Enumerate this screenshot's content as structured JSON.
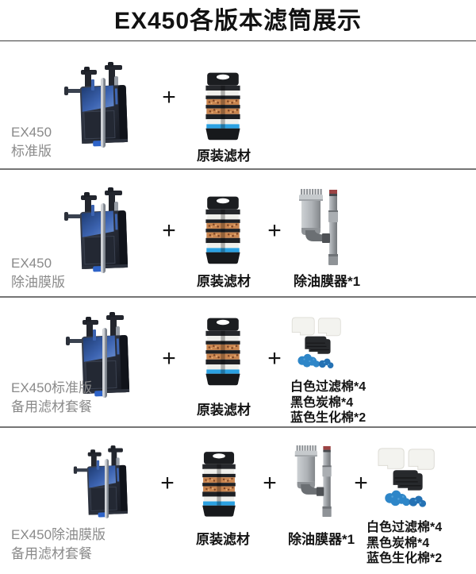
{
  "title": "EX450各版本滤筒展示",
  "plus_sign": "+",
  "colors": {
    "filter_accent_blue": "#3c63b0",
    "cartridge_stripe_blue": "#2ba1e2",
    "media_orange": "#c9854f",
    "foam_blue": "#2e86c8",
    "label_gray": "#8a8a8a",
    "text_black": "#141414"
  },
  "rows": [
    {
      "version_line1": "EX450",
      "version_line2": "标准版",
      "cartridge_label": "原装滤材"
    },
    {
      "version_line1": "EX450",
      "version_line2": "除油膜版",
      "cartridge_label": "原装滤材",
      "skimmer_label": "除油膜器*1"
    },
    {
      "version_line1": "EX450标准版",
      "version_line2": "备用滤材套餐",
      "cartridge_label": "原装滤材",
      "pads_labels": [
        "白色过滤棉*4",
        "黑色炭棉*4",
        "蓝色生化棉*2"
      ]
    },
    {
      "version_line1": "EX450除油膜版",
      "version_line2": "备用滤材套餐",
      "cartridge_label": "原装滤材",
      "skimmer_label": "除油膜器*1",
      "pads_labels": [
        "白色过滤棉*4",
        "黑色炭棉*4",
        "蓝色生化棉*2"
      ]
    }
  ]
}
